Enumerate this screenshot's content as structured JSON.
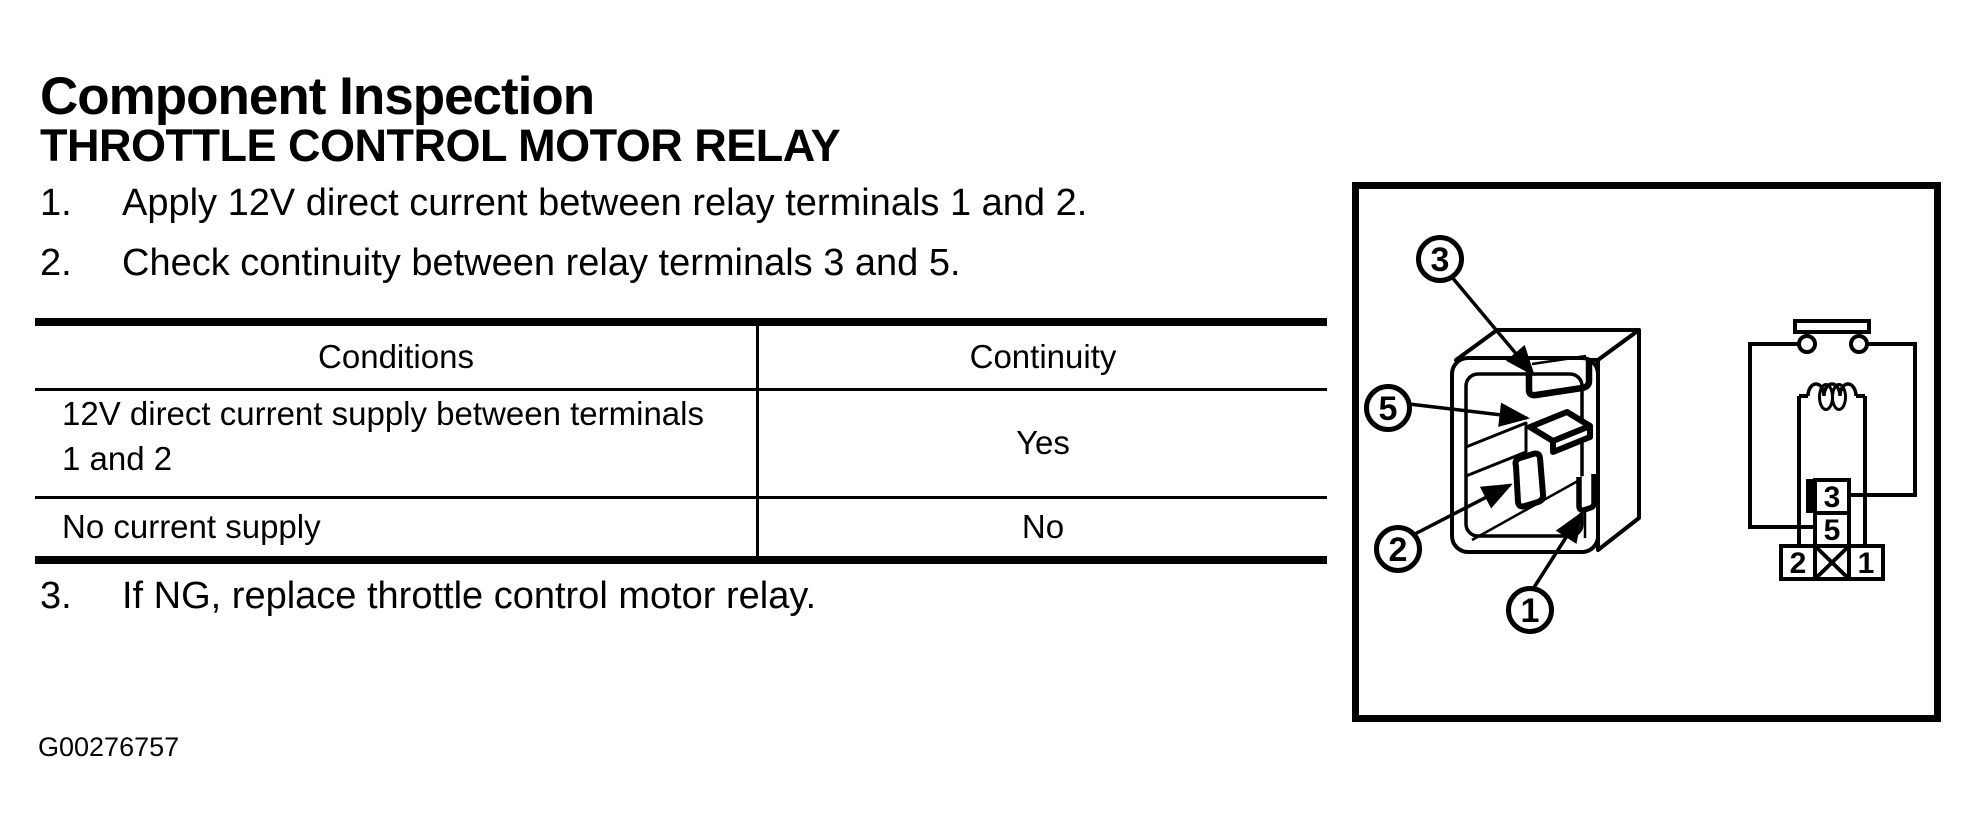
{
  "page": {
    "title": "Component Inspection",
    "subtitle": "THROTTLE CONTROL MOTOR RELAY",
    "figure_id": "G00276757"
  },
  "steps": [
    {
      "num": "1.",
      "text": "Apply 12V direct current between relay terminals 1 and 2."
    },
    {
      "num": "2.",
      "text": "Check continuity between relay terminals 3 and 5."
    },
    {
      "num": "3.",
      "text": "If NG, replace throttle control motor relay."
    }
  ],
  "table": {
    "headers": [
      "Conditions",
      "Continuity"
    ],
    "rows": [
      {
        "condition": "12V direct current supply between terminals 1 and 2",
        "condition_line1": "12V direct current supply between terminals",
        "condition_line2": "1 and 2",
        "continuity": "Yes"
      },
      {
        "condition": "No current supply",
        "continuity": "No"
      }
    ]
  },
  "figure": {
    "callouts": [
      "3",
      "5",
      "2",
      "1"
    ],
    "pins": {
      "p3": "3",
      "p5": "5",
      "p2": "2",
      "p1": "1"
    }
  },
  "colors": {
    "ink": "#000000",
    "paper": "#ffffff"
  }
}
